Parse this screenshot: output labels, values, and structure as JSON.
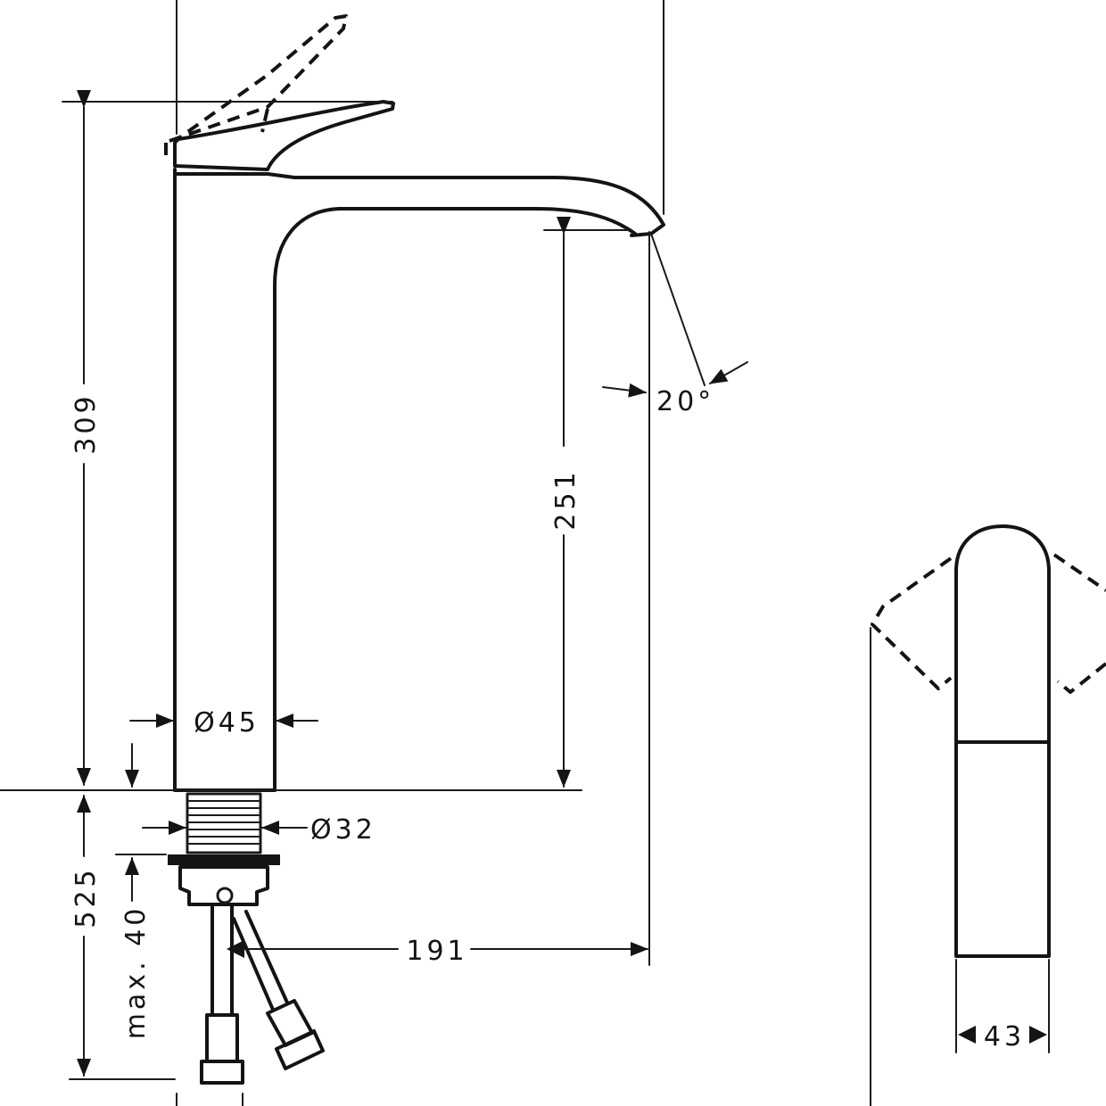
{
  "dimensions": {
    "total_height_to_lever": "309",
    "spout_height": "251",
    "body_diameter": "Ø45",
    "thread_diameter": "Ø32",
    "below_deck_length": "525",
    "max_deck_thickness": "max. 40",
    "spout_reach": "191",
    "spray_angle": "20°",
    "handle_width": "43"
  },
  "colors": {
    "line": "#141414",
    "background": "#ffffff"
  }
}
